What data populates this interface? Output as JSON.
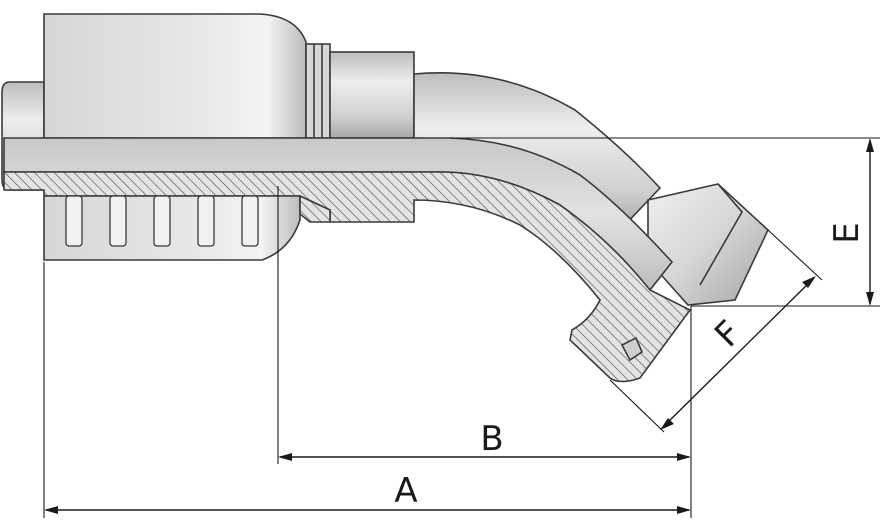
{
  "dimensions": {
    "a": "A",
    "b": "B",
    "e": "E",
    "f": "F"
  },
  "colors": {
    "metal_light": "#e6e6e6",
    "metal_mid": "#c9c9c9",
    "metal_dark": "#9a9a9a",
    "bore": "#d4d4d4",
    "hatch": "#4a4a4a",
    "line": "#1a1a1a"
  }
}
